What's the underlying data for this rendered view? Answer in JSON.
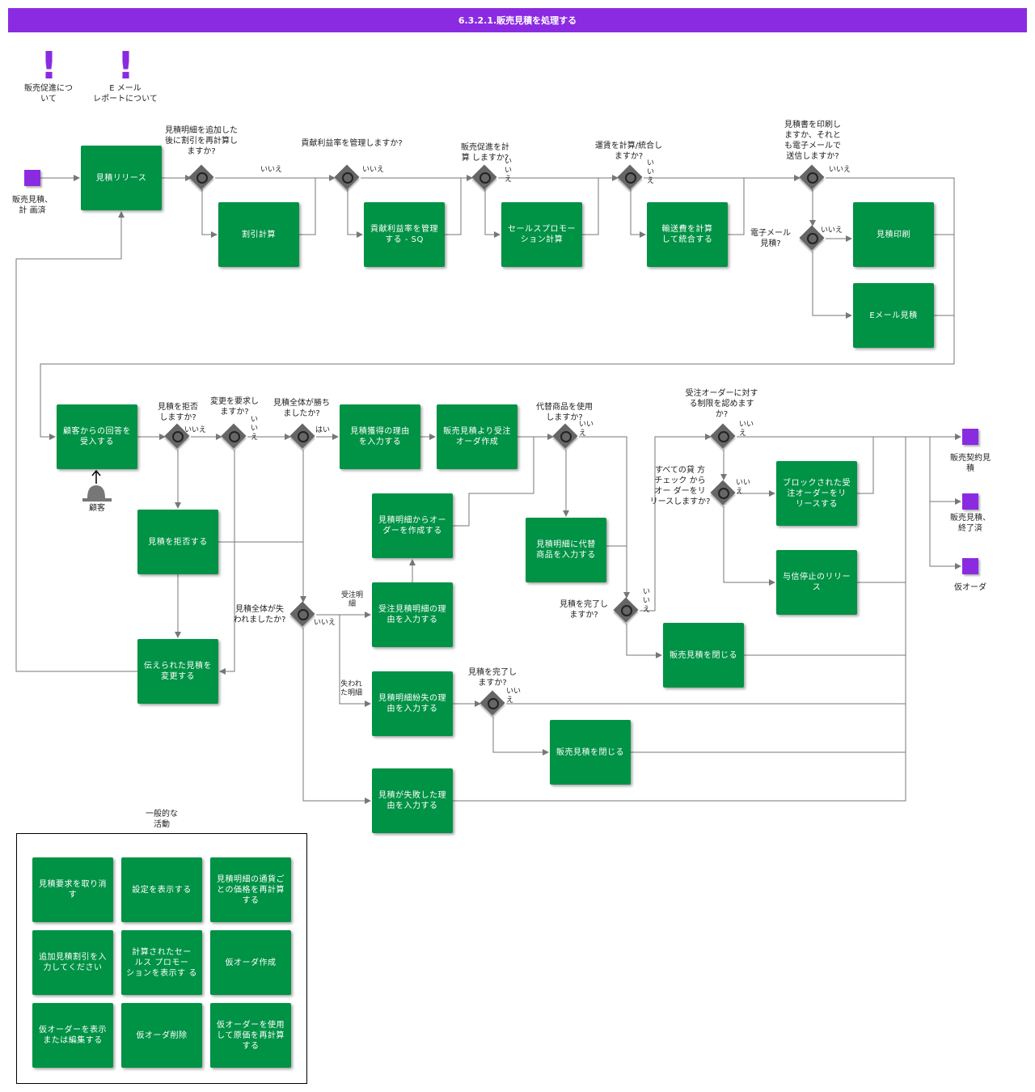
{
  "title": "6.3.2.1.販売見積を処理する",
  "notes": [
    {
      "icon": "exclamation-icon",
      "label": "販売促進につ\nいて"
    },
    {
      "icon": "exclamation-icon",
      "label": "E メール\nレポートについて"
    }
  ],
  "actor": {
    "icon": "customer-bell-icon",
    "label": "顧客"
  },
  "events": {
    "start": "販売見積、\n計 画済",
    "end_contract": "販売契約見\n積",
    "end_finished": "販売見積、\n終了済",
    "end_provisional": "仮オーダ"
  },
  "tasks": {
    "quote_release": "見積リリース",
    "discount_calc": "割引計算",
    "margin_manage": "貢献利益率を管理\nする - SQ",
    "promo_calc": "セールスプロモー\nション計算",
    "freight_calc": "輸送費を計算\nして統合する",
    "quote_print": "見積印刷",
    "quote_email": "Eメール見積",
    "receive_reply": "顧客からの回答を\n受入する",
    "reason_won": "見積獲得の理由\nを入力する",
    "create_order": "販売見積より受注\nオーダ作成",
    "reject_quote": "見積を拒否する",
    "order_from_lines": "見積明細からオー\nダーを作成する",
    "substitute": "見積明細に代替\n商品を入力する",
    "release_blocked": "ブロックされた受\n注オーダーをリ\nリースする",
    "release_credit": "与信停止のリリー\nス",
    "modify_quote": "伝えられた見積を\n変更する",
    "reason_line_accepted": "受注見積明細の理\n由を入力する",
    "close_quote_1": "販売見積を閉じる",
    "reason_line_lost": "見積明細紛失の理\n由を入力する",
    "close_quote_2": "販売見積を閉じる",
    "reason_lost": "見積が失敗した理\n由を入力する"
  },
  "gateways": {
    "discount": "見積明細を追加した\n後に割引を再計算し\nますか?",
    "margin": "貢献利益率を管理しますか?",
    "promo": "販売促進を計\n算 しますか?",
    "freight": "運賃を計算/統合し\nますか?",
    "print_email": "見積書を印刷し\nますか、それと\nも電子メールで\n送信しますか?",
    "email": "電子メール\n見積?",
    "reject": "見積を拒否\nしますか?",
    "change": "変更を要求し\nますか?",
    "won": "見積全体が勝ち\nましたか?",
    "substitute": "代替商品を使用\nしますか?",
    "limit": "受注オーダーに対す\nる制限を認めます\nか?",
    "credit": "すべての貸 方\nチェック から\nオー ダーをリ\nリースしますか?",
    "complete_1": "見積を完了し\nますか?",
    "lost": "見積全体が失\nわれましたか?",
    "complete_2": "見積を完了し\nますか?"
  },
  "flow_labels": {
    "no": "いいえ",
    "yes": "はい",
    "no_v": "い\nい\nえ",
    "no_2": "いい\nえ",
    "accepted_lines": "受注明\n細",
    "lost_lines": "失われ\nた明細"
  },
  "general": {
    "title": "一般的な\n活動",
    "items": [
      "見積要求を取り消す",
      "設定を表示する",
      "見積明細の通貨ご\nとの価格を再計算\nする",
      "追加見積割引を入\n力してください",
      "計算されたセー\nルス プロモー\nションを表示す る",
      "仮オーダ作成",
      "仮オーダーを表示\nまたは編集する",
      "仮オーダ削除",
      "仮オーダーを使用\nして原価を再計算\nする"
    ]
  },
  "colors": {
    "title_bar": "#8A2BE2",
    "task": "#009245",
    "event": "#8A2BE2",
    "gateway": "#666666",
    "connector": "#777777"
  }
}
